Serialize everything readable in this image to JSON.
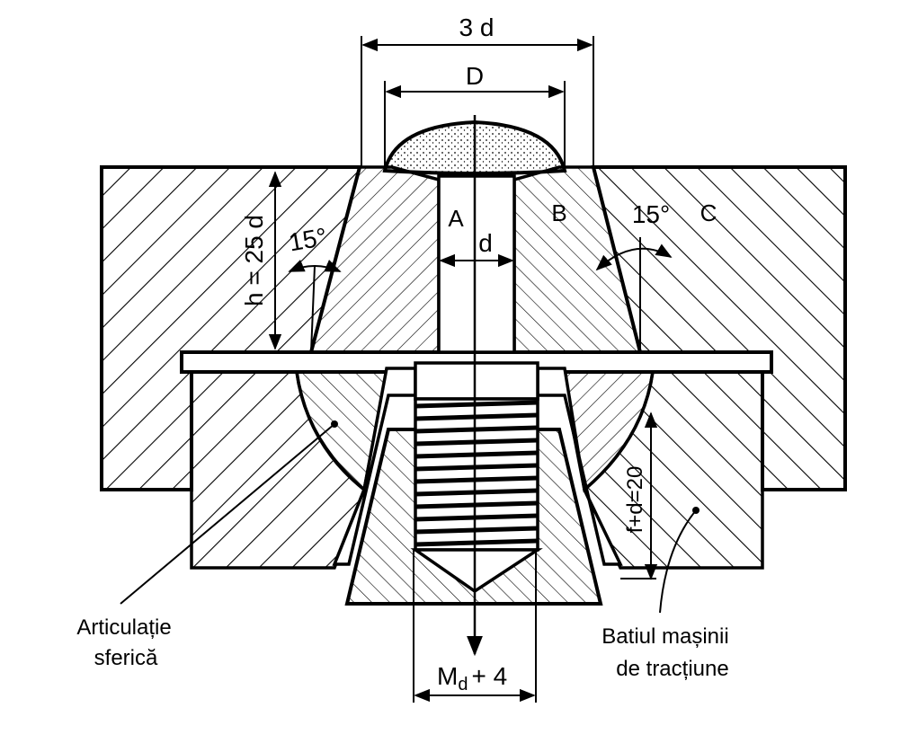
{
  "dimensions": {
    "overall_width": "3 d",
    "head_diameter": "D",
    "shank_diameter": "d",
    "height": "h = 25 d",
    "angle_left": "15°",
    "angle_right": "15°",
    "depth": "f+d=20",
    "bottom_width_prefix": "M",
    "bottom_width_sub": "d",
    "bottom_width_suffix": "+ 4"
  },
  "points": {
    "a": "A",
    "b": "B",
    "c": "C"
  },
  "callouts": {
    "spherical_joint_line1": "Articulație",
    "spherical_joint_line2": "sferică",
    "machine_frame_line1": "Batiul mașinii",
    "machine_frame_line2": "de tracțiune"
  },
  "colors": {
    "ink": "#000000",
    "paper": "#ffffff"
  }
}
